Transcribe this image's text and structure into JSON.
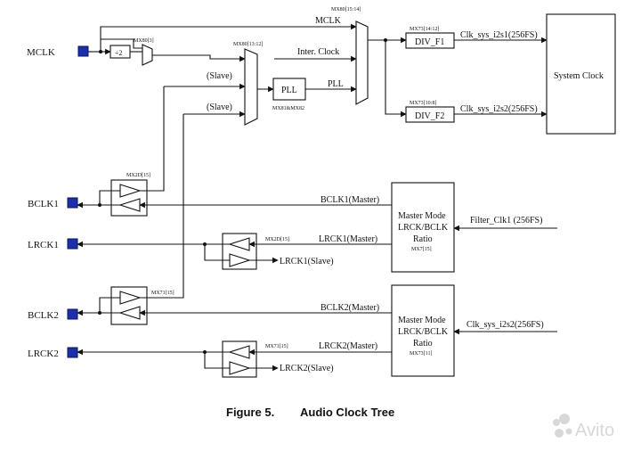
{
  "pins": {
    "mclk": "MCLK",
    "bclk1": "BCLK1",
    "lrck1": "LRCK1",
    "bclk2": "BCLK2",
    "lrck2": "LRCK2"
  },
  "blocks": {
    "div2": "÷2",
    "pll": "PLL",
    "div_f1": "DIV_F1",
    "div_f2": "DIV_F2",
    "system_clock": "System Clock",
    "master1": [
      "Master Mode",
      "LRCK/BCLK",
      "Ratio"
    ],
    "master1_reg": "MX7[15]",
    "master2": [
      "Master Mode",
      "LRCK/BCLK",
      "Ratio"
    ],
    "master2_reg": "MX73[11]"
  },
  "mux_labels": {
    "mx80_3": "MX80[3]",
    "mx80_13_12": "MX80[13:12]",
    "mx80_15_14": "MX80[15:14]",
    "mx81_82": "MX81&MX82",
    "mx73_14_12": "MX73[14:12]",
    "mx73_10_8": "MX73[10:8]",
    "mx2d_15": "MX2D[15]",
    "mx71_15": "MX71[15]",
    "mx2d_15b": "MX2D[15]",
    "mx71_15b": "MX71[15]"
  },
  "signals": {
    "mclk": "MCLK",
    "inter_clock": "Inter. Clock",
    "pll": "PLL",
    "slave1": "(Slave)",
    "slave2": "(Slave)",
    "clk_sys_i2s1": "Clk_sys_i2s1(256FS)",
    "clk_sys_i2s2": "Clk_sys_i2s2(256FS)",
    "bclk1_master": "BCLK1(Master)",
    "lrck1_master": "LRCK1(Master)",
    "lrck1_slave": "LRCK1(Slave)",
    "filter_clk1": "Filter_Clk1 (256FS)",
    "bclk2_master": "BCLK2(Master)",
    "lrck2_master": "LRCK2(Master)",
    "lrck2_slave": "LRCK2(Slave)",
    "clk_sys_i2s2_in": "Clk_sys_i2s2(256FS)"
  },
  "caption": {
    "number": "Figure 5.",
    "title": "Audio Clock Tree"
  },
  "watermark": "Avito",
  "colors": {
    "pin_fill": "#1d2fa8",
    "line": "#111111",
    "watermark": "#d8d8d8"
  }
}
